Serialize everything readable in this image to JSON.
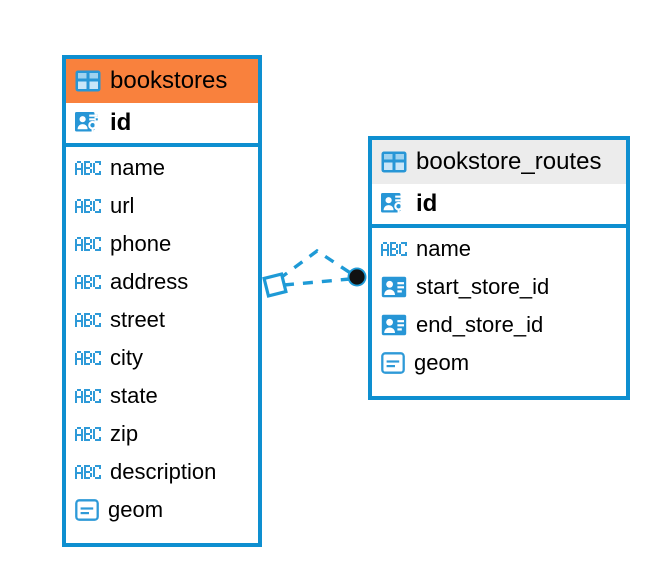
{
  "diagram": {
    "type": "entity-relationship-diagram",
    "background_color": "#ffffff",
    "accent_blue": "#0e8fd0",
    "accent_orange": "#f9813d",
    "header_grey": "#ececec",
    "entities": [
      {
        "name": "bookstores",
        "header_color": "#f9813d",
        "table_icon": "table-icon",
        "primary_key": {
          "label": "id",
          "icon": "primary-key-icon"
        },
        "fields": [
          {
            "label": "name",
            "icon": "abc-text-icon"
          },
          {
            "label": "url",
            "icon": "abc-text-icon"
          },
          {
            "label": "phone",
            "icon": "abc-text-icon"
          },
          {
            "label": "address",
            "icon": "abc-text-icon"
          },
          {
            "label": "street",
            "icon": "abc-text-icon"
          },
          {
            "label": "city",
            "icon": "abc-text-icon"
          },
          {
            "label": "state",
            "icon": "abc-text-icon"
          },
          {
            "label": "zip",
            "icon": "abc-text-icon"
          },
          {
            "label": "description",
            "icon": "abc-text-icon"
          },
          {
            "label": "geom",
            "icon": "geometry-icon"
          }
        ]
      },
      {
        "name": "bookstore_routes",
        "header_color": "#ececec",
        "table_icon": "table-icon",
        "primary_key": {
          "label": "id",
          "icon": "primary-key-icon"
        },
        "fields": [
          {
            "label": "name",
            "icon": "abc-text-icon"
          },
          {
            "label": "start_store_id",
            "icon": "foreign-key-icon"
          },
          {
            "label": "end_store_id",
            "icon": "foreign-key-icon"
          },
          {
            "label": "geom",
            "icon": "geometry-icon"
          }
        ]
      }
    ],
    "relationship": {
      "source_entity": "bookstores",
      "target_entity": "bookstore_routes",
      "line_style": "dashed",
      "line_color": "#1e9ad6",
      "source_marker": "diamond-marker",
      "target_marker": "filled-circle-marker",
      "target_marker_color": "#111111"
    }
  }
}
